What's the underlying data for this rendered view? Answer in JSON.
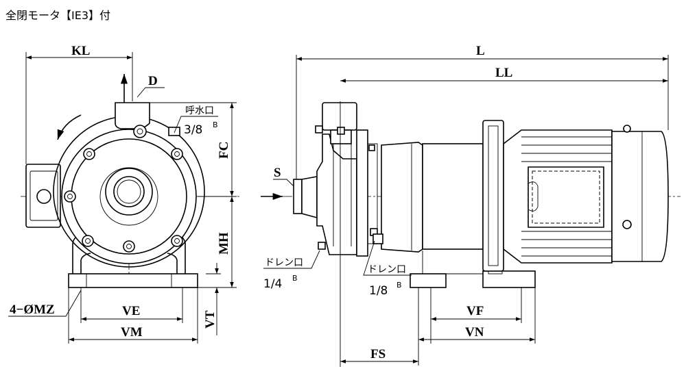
{
  "title": "全閉モータ【IE3】付",
  "dimensions": {
    "KL": "KL",
    "D": "D",
    "FC": "FC",
    "MH": "MH",
    "VE": "VE",
    "VM": "VM",
    "VT": "VT",
    "MZ": "4−ØMZ",
    "L": "L",
    "LL": "LL",
    "S": "S",
    "VF": "VF",
    "VN": "VN",
    "FS": "FS"
  },
  "ports": {
    "air_vent_label": "呼水口",
    "air_vent_size": "3/8",
    "air_vent_thread": "B",
    "drain_pump_label": "ドレン口",
    "drain_pump_size": "1/4",
    "drain_pump_thread": "B",
    "drain_motor_label": "ドレン口",
    "drain_motor_size": "1/8",
    "drain_motor_thread": "B"
  }
}
